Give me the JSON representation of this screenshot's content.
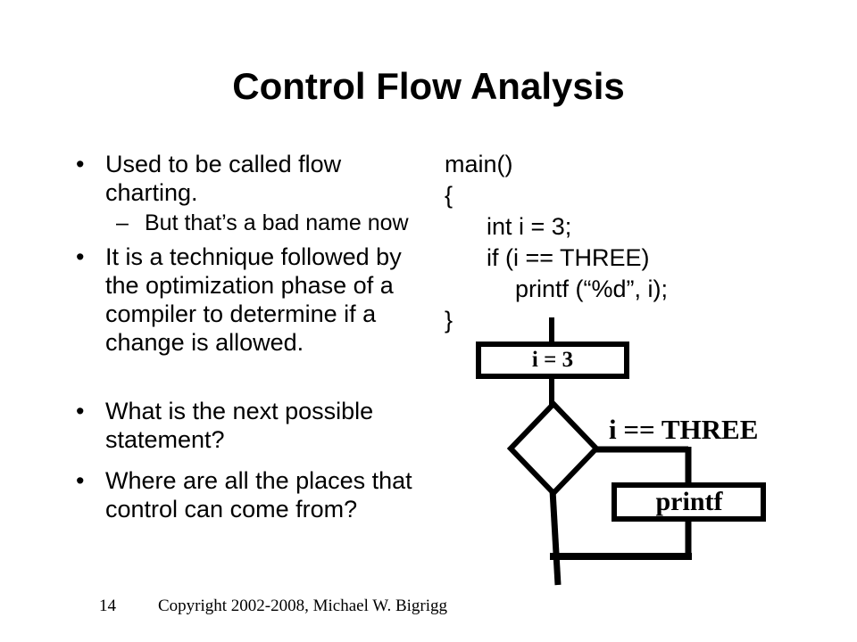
{
  "slide": {
    "title": "Control Flow Analysis",
    "bullets": [
      {
        "level": 1,
        "marker": "•",
        "text": "Used to be called flow\ncharting."
      },
      {
        "level": 2,
        "marker": "–",
        "text": "But that’s a bad name now"
      },
      {
        "level": 1,
        "marker": "•",
        "text": "It is a technique followed by\nthe optimization phase of a\ncompiler to determine if a\nchange is allowed."
      },
      {
        "level": 1,
        "marker": "•",
        "text": "What is the next possible\nstatement?"
      },
      {
        "level": 1,
        "marker": "•",
        "text": "Where are all the places that\ncontrol can come from?"
      }
    ],
    "code": {
      "lines": [
        {
          "indent": 0,
          "text": "main()"
        },
        {
          "indent": 0,
          "text": "{"
        },
        {
          "indent": 1,
          "text": "int i = 3;"
        },
        {
          "indent": 1,
          "text": "if (i == THREE)"
        },
        {
          "indent": 2,
          "text": "printf (“%d”, i);"
        },
        {
          "indent": 0,
          "text": "}"
        }
      ]
    },
    "flowchart": {
      "assign_box_label": "i = 3",
      "condition_label": "i == THREE",
      "printf_box_label": "printf"
    },
    "footer": {
      "page_number": "14",
      "copyright": "Copyright 2002-2008, Michael W. Bigrigg"
    }
  }
}
